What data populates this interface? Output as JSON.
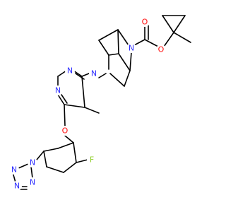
{
  "colors": {
    "bond": "#000000",
    "nitrogen": "#2f2fff",
    "oxygen": "#ff0d0d",
    "fluorine": "#8fcf2a",
    "background": "#ffffff"
  },
  "atoms": {
    "carbonyl_o": "O",
    "ester_o": "O",
    "amide_n": "N",
    "bridge_n": "N",
    "pyrimidine_n1": "N",
    "pyrimidine_n3": "N",
    "ether_o": "O",
    "fluorine": "F",
    "tetrazole_n1": "N",
    "tetrazole_n2": "N",
    "tetrazole_n3": "N",
    "tetrazole_n4": "N"
  }
}
